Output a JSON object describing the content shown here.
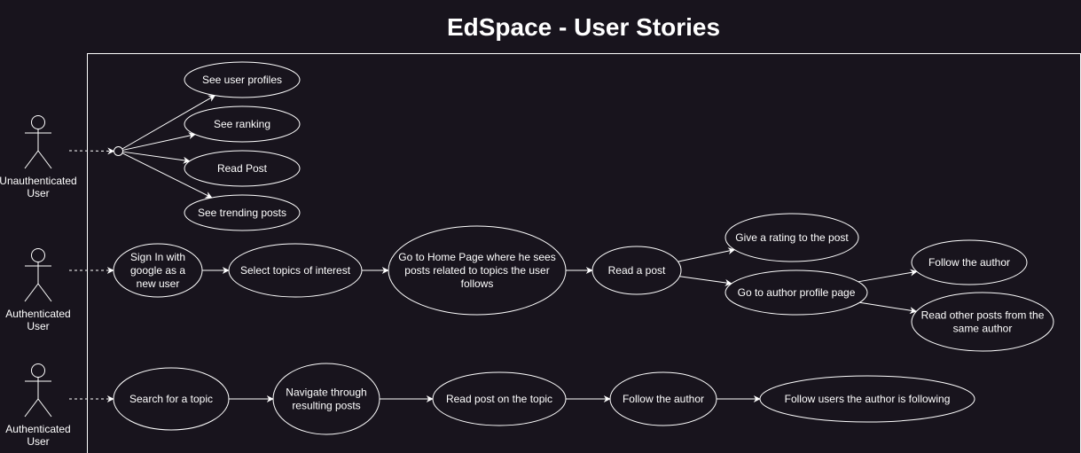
{
  "title": "EdSpace - User Stories",
  "colors": {
    "background": "#18141d",
    "stroke": "#ffffff",
    "text": "#ffffff"
  },
  "actors": [
    {
      "id": "a1",
      "lines": [
        "Unauthenticated",
        "User"
      ]
    },
    {
      "id": "a2",
      "lines": [
        "Authenticated",
        "User"
      ]
    },
    {
      "id": "a3",
      "lines": [
        "Authenticated",
        "User"
      ]
    }
  ],
  "use_cases": [
    {
      "id": "u1",
      "lines": [
        "See user profiles"
      ]
    },
    {
      "id": "u2",
      "lines": [
        "See ranking"
      ]
    },
    {
      "id": "u3",
      "lines": [
        "Read Post"
      ]
    },
    {
      "id": "u4",
      "lines": [
        "See trending posts"
      ]
    },
    {
      "id": "s1",
      "lines": [
        "Sign In with",
        "google as a",
        "new user"
      ]
    },
    {
      "id": "s2",
      "lines": [
        "Select topics of interest"
      ]
    },
    {
      "id": "s3",
      "lines": [
        "Go to Home Page where he sees",
        "posts related to topics the user",
        "follows"
      ]
    },
    {
      "id": "s4",
      "lines": [
        "Read a post"
      ]
    },
    {
      "id": "s5",
      "lines": [
        "Give a rating to the post"
      ]
    },
    {
      "id": "s6",
      "lines": [
        "Go to author profile page"
      ]
    },
    {
      "id": "s7",
      "lines": [
        "Follow the author"
      ]
    },
    {
      "id": "s8",
      "lines": [
        "Read other posts from the",
        "same author"
      ]
    },
    {
      "id": "t1",
      "lines": [
        "Search for a topic"
      ]
    },
    {
      "id": "t2",
      "lines": [
        "Navigate through",
        "resulting posts"
      ]
    },
    {
      "id": "t3",
      "lines": [
        "Read post on the topic"
      ]
    },
    {
      "id": "t4",
      "lines": [
        "Follow the author"
      ]
    },
    {
      "id": "t5",
      "lines": [
        "Follow users the author is following"
      ]
    }
  ],
  "connections": [
    {
      "from": "a1",
      "to": "hub",
      "style": "dashed"
    },
    {
      "from": "hub",
      "to": "u1",
      "style": "solid"
    },
    {
      "from": "hub",
      "to": "u2",
      "style": "solid"
    },
    {
      "from": "hub",
      "to": "u3",
      "style": "solid"
    },
    {
      "from": "hub",
      "to": "u4",
      "style": "solid"
    },
    {
      "from": "a2",
      "to": "s1",
      "style": "dashed"
    },
    {
      "from": "s1",
      "to": "s2",
      "style": "solid"
    },
    {
      "from": "s2",
      "to": "s3",
      "style": "solid"
    },
    {
      "from": "s3",
      "to": "s4",
      "style": "solid"
    },
    {
      "from": "s4",
      "to": "s5",
      "style": "solid"
    },
    {
      "from": "s4",
      "to": "s6",
      "style": "solid"
    },
    {
      "from": "s6",
      "to": "s7",
      "style": "solid"
    },
    {
      "from": "s6",
      "to": "s8",
      "style": "solid"
    },
    {
      "from": "a3",
      "to": "t1",
      "style": "dashed"
    },
    {
      "from": "t1",
      "to": "t2",
      "style": "solid"
    },
    {
      "from": "t2",
      "to": "t3",
      "style": "solid"
    },
    {
      "from": "t3",
      "to": "t4",
      "style": "solid"
    },
    {
      "from": "t4",
      "to": "t5",
      "style": "solid"
    }
  ]
}
